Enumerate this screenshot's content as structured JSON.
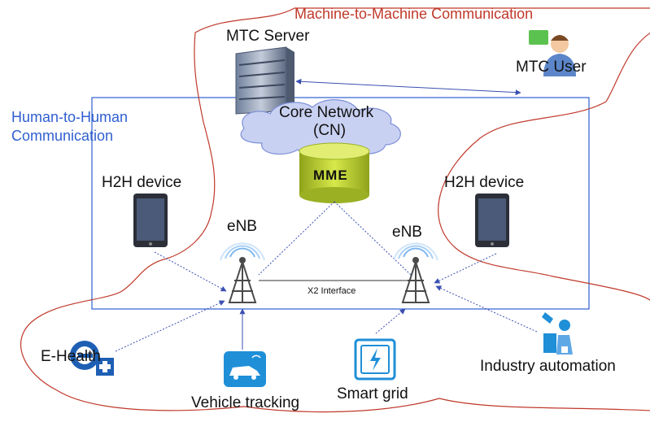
{
  "m2m_label": "Machine-to-Machine Communication",
  "h2h_label_line1": "Human-to-Human",
  "h2h_label_line2": "Communication",
  "mtc_server": "MTC Server",
  "mtc_user": "MTC User",
  "core_network_line1": "Core Network",
  "core_network_line2": "(CN)",
  "mme": "MME",
  "h2h_device_left": "H2H device",
  "h2h_device_right": "H2H device",
  "enb_left": "eNB",
  "enb_right": "eNB",
  "x2_interface": "X2 Interface",
  "e_health": "E-Health",
  "vehicle_tracking": "Vehicle tracking",
  "smart_grid": "Smart grid",
  "industry_automation": "Industry automation",
  "icons": [
    "server-icon",
    "user-icon",
    "cloud-icon",
    "database-icon",
    "tablet-icon",
    "antenna-tower-icon",
    "e-health-icon",
    "vehicle-icon",
    "smart-grid-icon",
    "robot-arm-icon"
  ],
  "colors": {
    "m2m_boundary": "#c0392b",
    "h2h_boundary": "#2f5fd0",
    "link": "#3a4fb0",
    "mme": "#b7cc2a",
    "cloud": "#c9d1f2"
  }
}
